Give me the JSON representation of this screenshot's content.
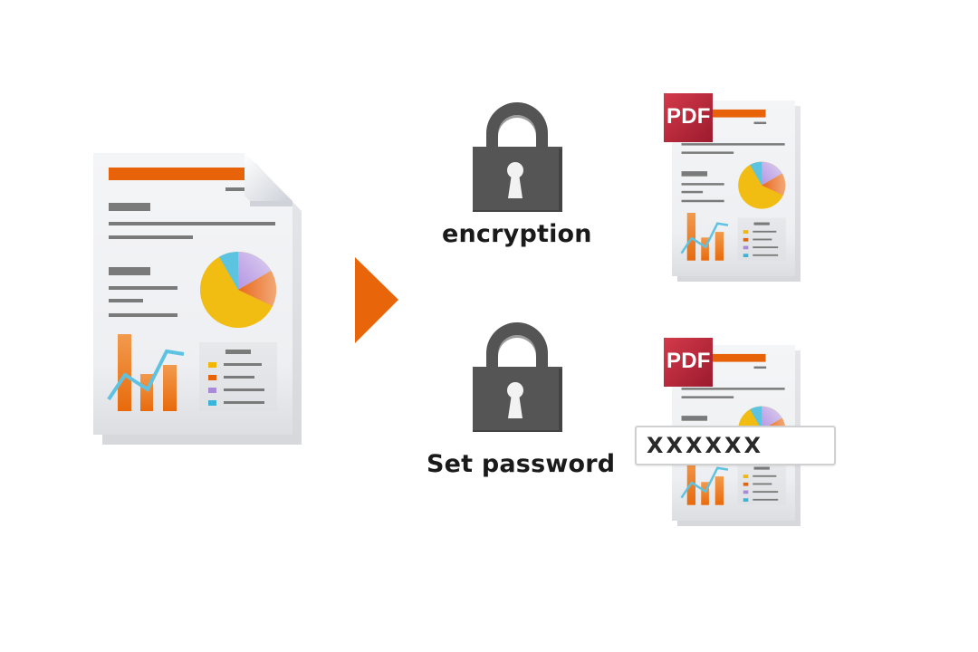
{
  "diagram": {
    "title": "PDF encryption and password protection flow",
    "source_document": {
      "description": "report document with charts"
    },
    "arrow": {
      "color": "#e8650a",
      "direction": "right"
    },
    "outputs": [
      {
        "label": "encryption",
        "badge": "PDF",
        "icon": "lock-icon"
      },
      {
        "label": "Set password",
        "badge": "PDF",
        "icon": "lock-icon",
        "password_field": {
          "value": "XXXXXX"
        }
      }
    ]
  },
  "colors": {
    "accent_orange": "#e8650a",
    "lock_gray": "#545454",
    "pdf_red": "#c42a3c",
    "pie_yellow": "#f2bd12",
    "pie_orange": "#ea7a32",
    "pie_purple": "#b9a0e0",
    "pie_blue": "#5cc3e0"
  },
  "labels": {
    "encryption": "encryption",
    "set_password": "Set password",
    "pdf_badge_1": "PDF",
    "pdf_badge_2": "PDF",
    "password_value": "XXXXXX"
  }
}
